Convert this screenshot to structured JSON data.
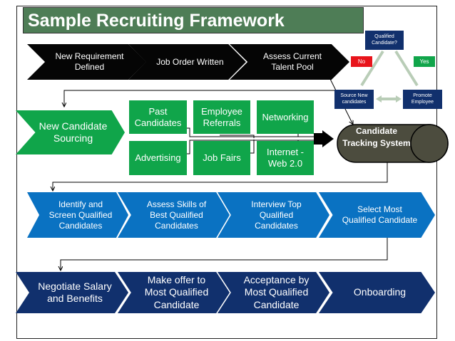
{
  "title": "Sample Recruiting Framework",
  "row1": [
    "New Requirement Defined",
    "Job Order Written",
    "Assess Current Talent Pool"
  ],
  "decision": {
    "question": "Qualified Candidate?",
    "no": "No",
    "yes": "Yes",
    "source_new": "Source New candidates",
    "promote": "Promote Employee"
  },
  "sourcing": {
    "label": "New Candidate Sourcing",
    "channels": [
      "Past Candidates",
      "Employee Referrals",
      "Networking",
      "Advertising",
      "Job Fairs",
      "Internet - Web 2.0"
    ]
  },
  "tracking": "Candidate Tracking System",
  "row3": [
    "Identify and Screen Qualified Candidates",
    "Assess Skills of Best Qualified Candidates",
    "Interview Top Qualified Candidates",
    "Select Most Qualified Candidate"
  ],
  "row4": [
    "Negotiate Salary and Benefits",
    "Make offer to Most Qualified Candidate",
    "Acceptance by Most Qualified Candidate",
    "Onboarding"
  ],
  "colors": {
    "title": "#4e7d56",
    "black": "#050505",
    "green": "#10a54a",
    "blue": "#0a72c2",
    "navy": "#11306d",
    "no": "#e8141b",
    "yes": "#10a54a"
  }
}
